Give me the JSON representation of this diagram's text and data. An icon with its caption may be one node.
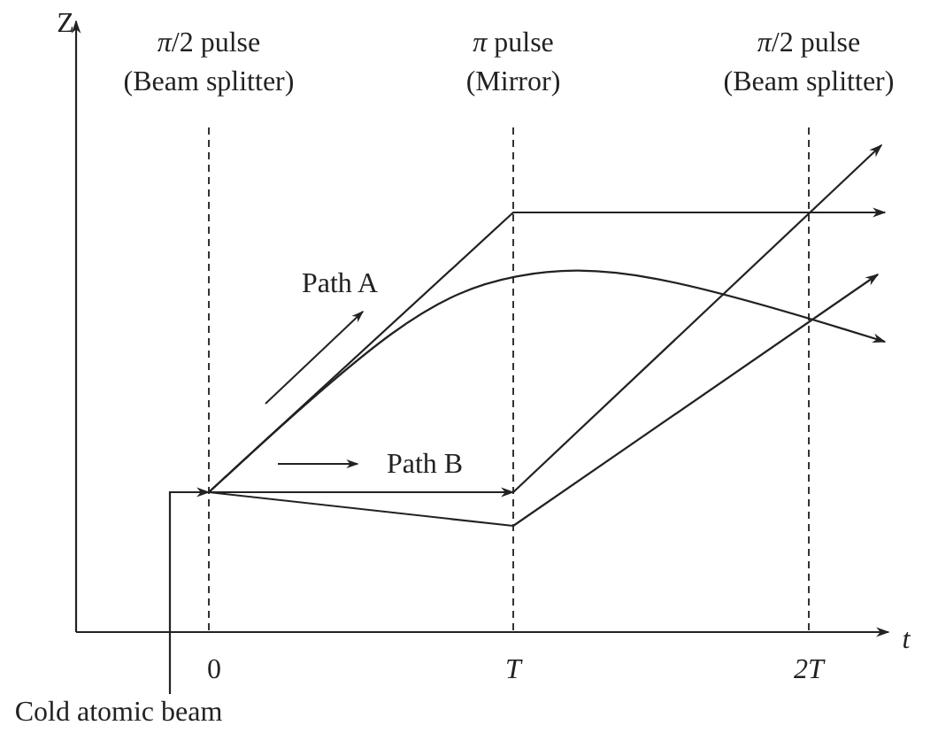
{
  "diagram": {
    "labels": [
      "Z",
      "*π*/2 pulse",
      "(Beam splitter)",
      "*π* pulse",
      "(Mirror)",
      "*π*/2 pulse",
      "(Beam splitter)",
      "Path A",
      "Path B",
      "t",
      "0",
      "T",
      "2T",
      "Cold atomic beam"
    ]
  }
}
